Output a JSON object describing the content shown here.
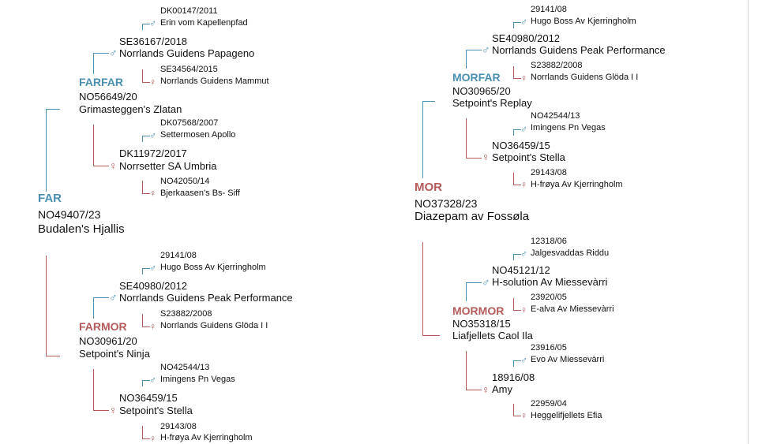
{
  "symbols": {
    "male": "♂",
    "female": "♀"
  },
  "far": {
    "role": "FAR",
    "reg": "NO49407/23",
    "name": "Budalen's Hjallis",
    "farfar": {
      "role": "FARFAR",
      "reg": "NO56649/20",
      "name": "Grimasteggen's Zlatan",
      "sire": {
        "reg": "SE36167/2018",
        "name": "Norrlands Guidens Papageno",
        "sire": {
          "reg": "DK00147/2011",
          "name": "Erin vom Kapellenpfad"
        },
        "dam": {
          "reg": "SE34564/2015",
          "name": "Norrlands Guidens Mammut"
        }
      },
      "dam": {
        "reg": "DK11972/2017",
        "name": "Norrsetter SA Umbria",
        "sire": {
          "reg": "DK07568/2007",
          "name": "Settermosen Apollo"
        },
        "dam": {
          "reg": "NO42050/14",
          "name": "Bjerkaasen's Bs- Siff"
        }
      }
    },
    "farmor": {
      "role": "FARMOR",
      "reg": "NO30961/20",
      "name": "Setpoint's Ninja",
      "sire": {
        "reg": "SE40980/2012",
        "name": "Norrlands Guidens Peak Performance",
        "sire": {
          "reg": "29141/08",
          "name": "Hugo Boss Av Kjerringholm"
        },
        "dam": {
          "reg": "S23882/2008",
          "name": "Norrlands Guidens Glöda I I"
        }
      },
      "dam": {
        "reg": "NO36459/15",
        "name": "Setpoint's Stella",
        "sire": {
          "reg": "NO42544/13",
          "name": "Imingens Pn Vegas"
        },
        "dam": {
          "reg": "29143/08",
          "name": "H-frøya Av Kjerringholm"
        }
      }
    }
  },
  "mor": {
    "role": "MOR",
    "reg": "NO37328/23",
    "name": "Diazepam av Fossøla",
    "morfar": {
      "role": "MORFAR",
      "reg": "NO30965/20",
      "name": "Setpoint's Replay",
      "sire": {
        "reg": "SE40980/2012",
        "name": "Norrlands Guidens Peak Performance",
        "sire": {
          "reg": "29141/08",
          "name": "Hugo Boss Av Kjerringholm"
        },
        "dam": {
          "reg": "S23882/2008",
          "name": "Norrlands Guidens Glöda I I"
        }
      },
      "dam": {
        "reg": "NO36459/15",
        "name": "Setpoint's Stella",
        "sire": {
          "reg": "NO42544/13",
          "name": "Imingens Pn Vegas"
        },
        "dam": {
          "reg": "29143/08",
          "name": "H-frøya Av Kjerringholm"
        }
      }
    },
    "mormor": {
      "role": "MORMOR",
      "reg": "NO35318/15",
      "name": "Liafjellets Caol Ila",
      "sire": {
        "reg": "NO45121/12",
        "name": "H-solution Av Miessevàrri",
        "sire": {
          "reg": "12318/06",
          "name": "Jalgesvaddas Riddu"
        },
        "dam": {
          "reg": "23920/05",
          "name": "E-alva Av Miessevàrri"
        }
      },
      "dam": {
        "reg": "18916/08",
        "name": "Amy",
        "sire": {
          "reg": "23916/05",
          "name": "Evo Av Miessevàrri"
        },
        "dam": {
          "reg": "22959/04",
          "name": "Heggelifjellets Efia"
        }
      }
    }
  }
}
